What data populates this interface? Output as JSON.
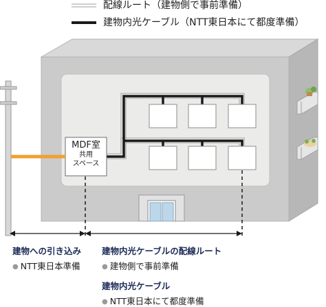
{
  "legend": {
    "wiring_route": "配線ルート（建物側で事前準備）",
    "optical_cable": "建物内光ケーブル（NTT東日本にて都度準備）"
  },
  "mdf": {
    "title": "MDF室",
    "sub1": "共用",
    "sub2": "スペース"
  },
  "sections": {
    "lead_in": {
      "heading": "建物への引き込み",
      "item": "NTT東日本準備"
    },
    "route": {
      "heading": "建物内光ケーブルの配線ルート",
      "item": "建物側で事前準備"
    },
    "cable": {
      "heading": "建物内光ケーブル",
      "item": "NTT東日本にて都度準備"
    }
  },
  "colors": {
    "lead_in_cable": "#f0a030",
    "optical_cable": "#1a1a1a",
    "building": "#c9c9c9",
    "heading_text": "#1d2b57"
  }
}
